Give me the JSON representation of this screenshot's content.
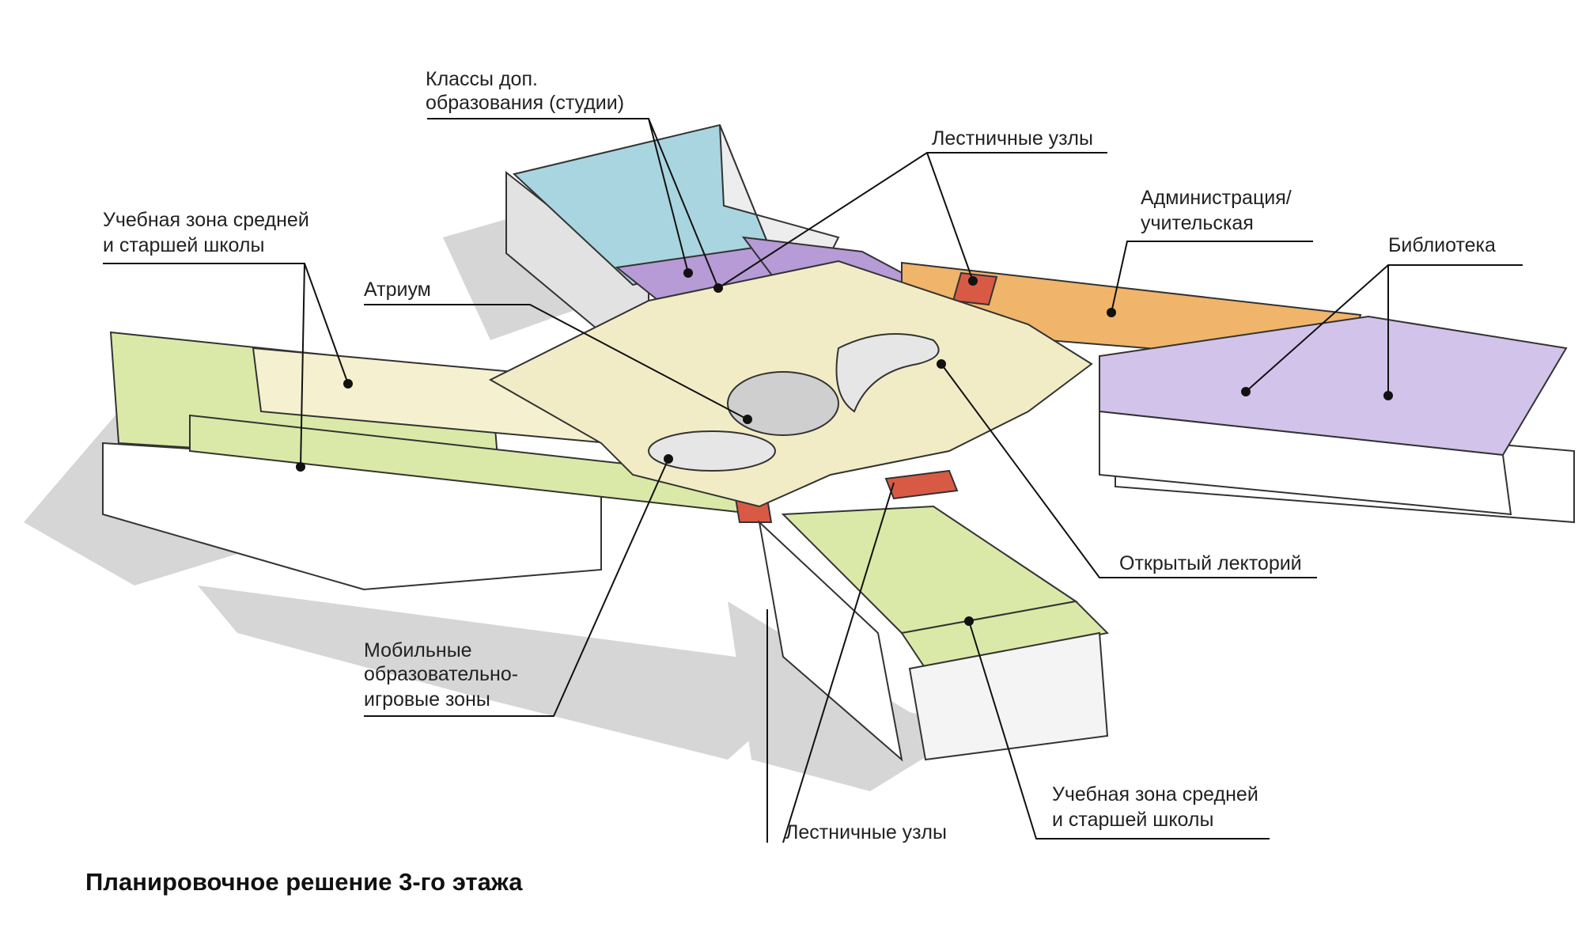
{
  "title": "Планировочное решение 3-го этажа",
  "labels": {
    "studios": [
      "Классы доп.",
      "образования  (студии)"
    ],
    "stairs_top": "Лестничные узлы",
    "admin": [
      "Администрация/",
      "учительская"
    ],
    "library": "Библиотека",
    "study_left": [
      "Учебная зона средней",
      "и старшей школы"
    ],
    "atrium": "Атриум",
    "lecture": "Открытый лекторий",
    "mobile": [
      "Мобильные",
      "образовательно-",
      "игровые зоны"
    ],
    "stairs_bottom": "Лестничные узлы",
    "study_right": [
      "Учебная зона средней",
      "и старшей школы"
    ]
  },
  "colors": {
    "study": "#dbe9a8",
    "corridor": "#f5f0cf",
    "atrium_floor": "#f2ecc6",
    "studio_purple": "#b69bd6",
    "library_purple": "#d2c3ea",
    "admin_orange": "#f0b56a",
    "stairs_red": "#d95a44",
    "glass_blue": "#a9d5e0",
    "wall": "#ffffff",
    "shadow": "#d2d2d2",
    "pale_yellow": "#f0eca0"
  }
}
